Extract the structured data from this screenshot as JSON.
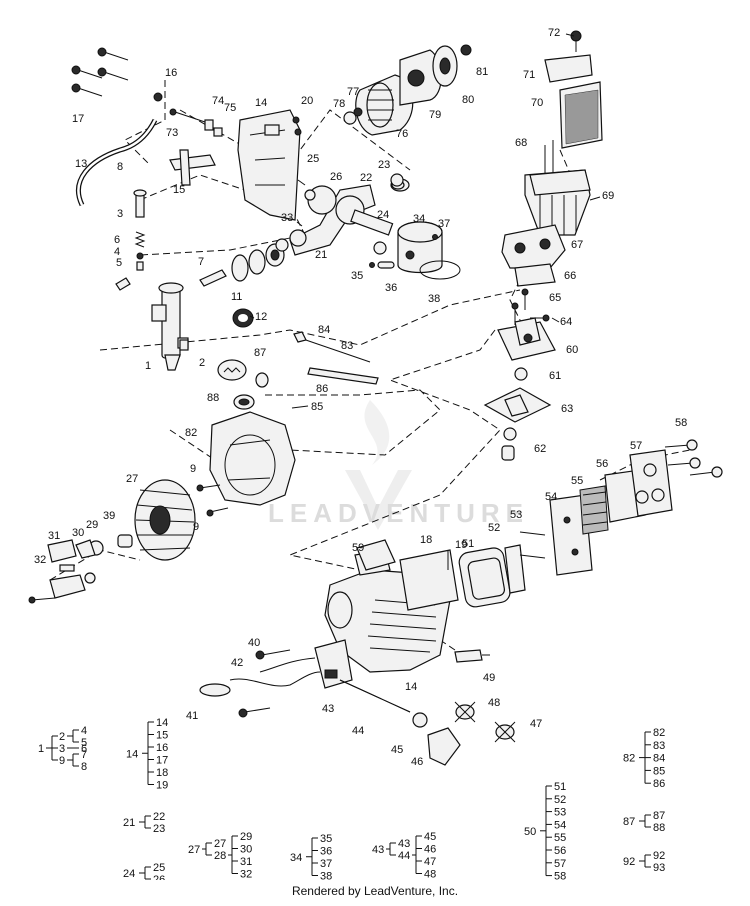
{
  "watermark": "LEADVENTURE",
  "footer": "Rendered by LeadVenture, Inc.",
  "callouts": [
    "1",
    "2",
    "3",
    "4",
    "5",
    "6",
    "7",
    "8",
    "9",
    "11",
    "12",
    "13",
    "14",
    "15",
    "16",
    "17",
    "18",
    "19",
    "20",
    "21",
    "22",
    "23",
    "24",
    "25",
    "26",
    "27",
    "28",
    "29",
    "30",
    "31",
    "32",
    "33",
    "34",
    "35",
    "36",
    "37",
    "38",
    "39",
    "40",
    "41",
    "42",
    "43",
    "44",
    "45",
    "46",
    "47",
    "48",
    "49",
    "50",
    "51",
    "52",
    "53",
    "54",
    "55",
    "56",
    "57",
    "58",
    "59",
    "60",
    "61",
    "62",
    "63",
    "64",
    "65",
    "66",
    "67",
    "68",
    "69",
    "70",
    "71",
    "72",
    "73",
    "74",
    "75",
    "76",
    "77",
    "78",
    "79",
    "80",
    "81",
    "82",
    "83",
    "84",
    "85",
    "86",
    "87",
    "88",
    "92",
    "93"
  ],
  "legend": [
    {
      "parent": "1",
      "children": [
        "2",
        "3",
        "9"
      ],
      "sub": [
        [
          "4",
          "5"
        ],
        [
          "6"
        ],
        [
          "7",
          "8"
        ]
      ]
    },
    {
      "parent": "14",
      "children": [
        "14",
        "15",
        "16",
        "17",
        "18",
        "19"
      ]
    },
    {
      "parent": "21",
      "children": [
        "22",
        "23"
      ]
    },
    {
      "parent": "24",
      "children": [
        "25",
        "26"
      ]
    },
    {
      "parent": "27",
      "children": [
        "27",
        "28"
      ],
      "sub": [
        [
          "29",
          "30",
          "31",
          "32"
        ]
      ]
    },
    {
      "parent": "34",
      "children": [
        "35",
        "36",
        "37",
        "38"
      ]
    },
    {
      "parent": "43",
      "children": [
        "43",
        "44"
      ],
      "sub": [
        [
          "45",
          "46",
          "47",
          "48"
        ]
      ]
    },
    {
      "parent": "50",
      "children": [
        "51",
        "52",
        "53",
        "54",
        "55",
        "56",
        "57",
        "58"
      ]
    },
    {
      "parent": "82",
      "children": [
        "82",
        "83",
        "84",
        "85",
        "86"
      ]
    },
    {
      "parent": "87",
      "children": [
        "87",
        "88"
      ]
    },
    {
      "parent": "92",
      "children": [
        "92",
        "93"
      ]
    }
  ]
}
